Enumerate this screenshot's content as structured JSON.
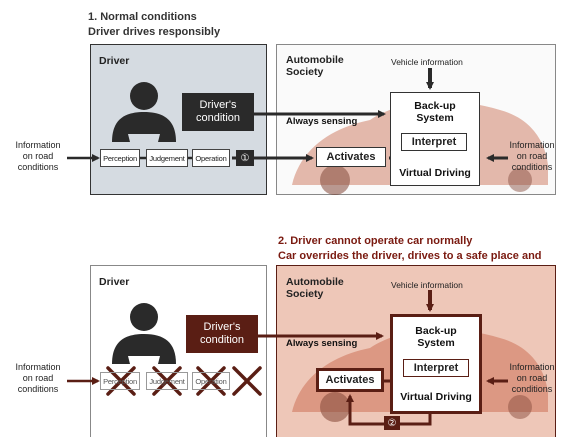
{
  "section1": {
    "heading_line1": "1. Normal conditions",
    "heading_line2": "Driver drives responsibly",
    "driver_label": "Driver",
    "society_label_1": "Automobile",
    "society_label_2": "Society",
    "vehicle_info": "Vehicle information",
    "drivers_condition_1": "Driver's",
    "drivers_condition_2": "condition",
    "always_sensing": "Always sensing",
    "backup_1": "Back-up",
    "backup_2": "System",
    "interpret": "Interpret",
    "virtual_driving": "Virtual Driving",
    "activates": "Activates",
    "step_marker": "①",
    "left_info_1": "Information",
    "left_info_2": "on road",
    "left_info_3": "conditions",
    "right_info_1": "Information",
    "right_info_2": "on road",
    "right_info_3": "conditions",
    "perception": "Perception",
    "judgement": "Judgement",
    "operation": "Operation"
  },
  "section2": {
    "heading_line1": "2. Driver cannot operate car normally",
    "heading_line2": "Car overrides the driver, drives to a safe place and stops",
    "driver_label": "Driver",
    "society_label_1": "Automobile",
    "society_label_2": "Society",
    "vehicle_info": "Vehicle information",
    "drivers_condition_1": "Driver's",
    "drivers_condition_2": "condition",
    "always_sensing": "Always sensing",
    "backup_1": "Back-up",
    "backup_2": "System",
    "interpret": "Interpret",
    "virtual_driving": "Virtual Driving",
    "activates": "Activates",
    "step_marker": "②",
    "left_info_1": "Information",
    "left_info_2": "on road",
    "left_info_3": "conditions",
    "right_info_1": "Information",
    "right_info_2": "on road",
    "right_info_3": "conditions",
    "perception": "Perception",
    "judgement": "Judgement",
    "operation": "Operation"
  },
  "colors": {
    "dark_box": "#2a2a2a",
    "driver_panel_1": "#d5dbe1",
    "maroon": "#5a1e14",
    "society_panel_2": "#eec7b8",
    "car": "#c96b50"
  }
}
